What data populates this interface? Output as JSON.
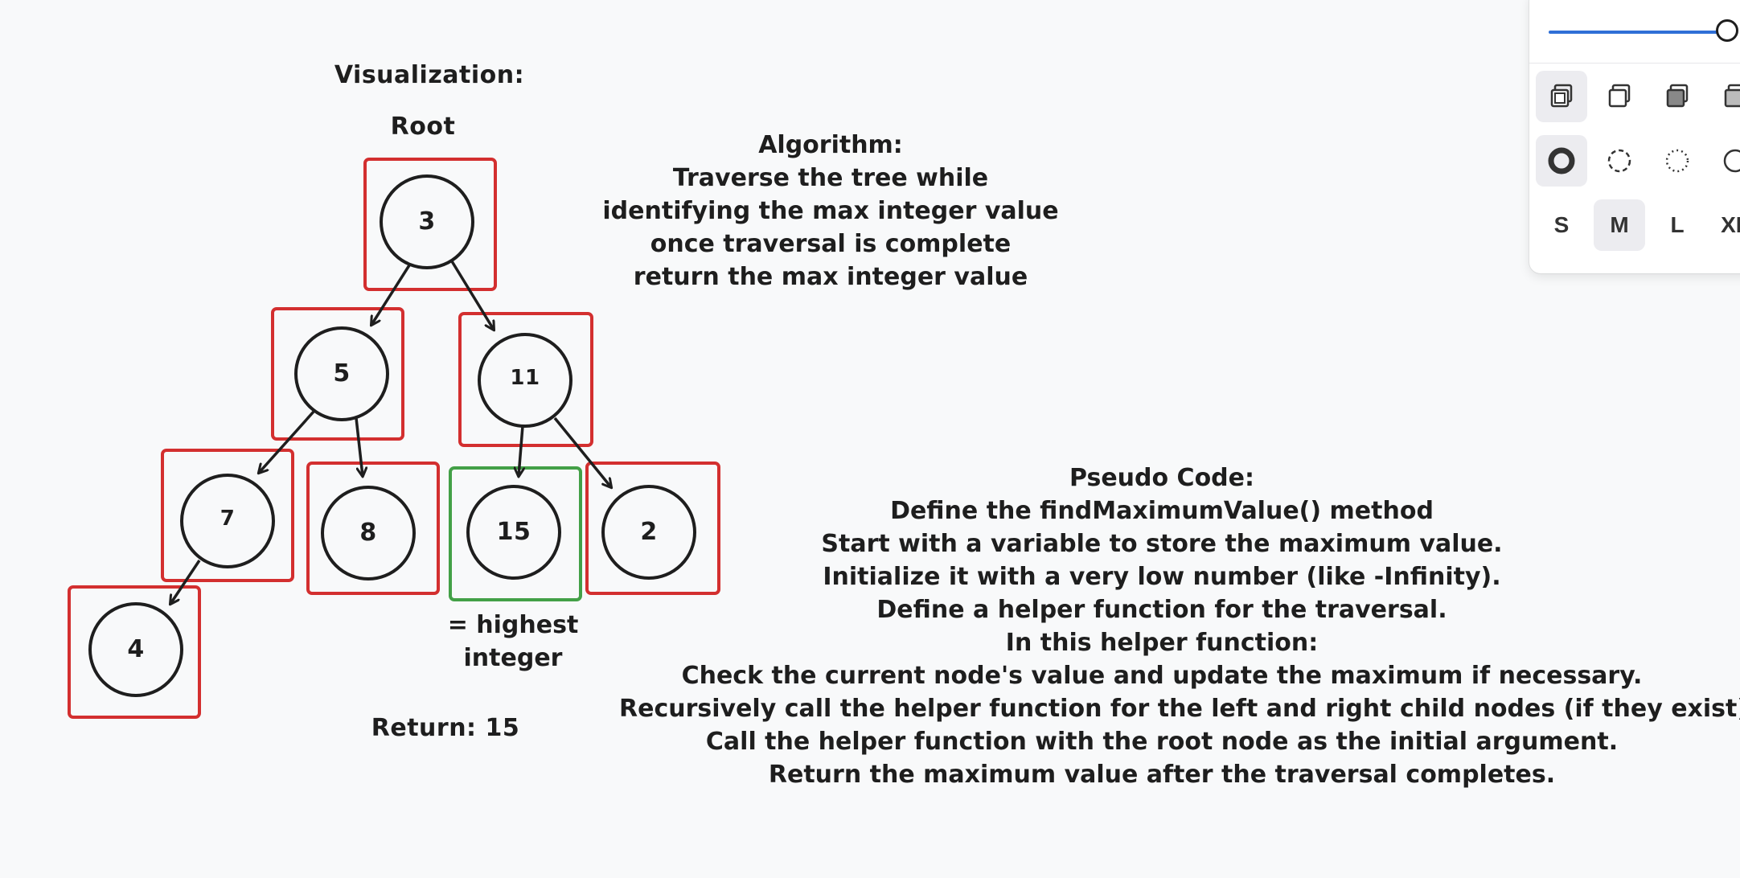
{
  "visualization": {
    "heading": "Visualization:",
    "root_label": "Root"
  },
  "tree": {
    "nodes": [
      "3",
      "5",
      "11",
      "7",
      "8",
      "15",
      "2",
      "4"
    ],
    "highlight_legend": [
      "= highest",
      "integer"
    ],
    "result": "Return: 15"
  },
  "algorithm": {
    "heading": "Algorithm:",
    "lines": [
      "Traverse the tree while",
      "identifying the max integer value",
      "once traversal is complete",
      "return the max integer value"
    ]
  },
  "pseudo_code": {
    "heading": "Pseudo Code:",
    "lines": [
      "Define the findMaximumValue() method",
      "Start with a variable to store the maximum value.",
      "Initialize it with a very low number (like -Infinity).",
      "Define a helper function for the traversal.",
      "In this helper function:",
      "Check the current node's value and update the maximum if necessary.",
      "Recursively call the helper function for the left and right child nodes (if they exist).",
      "Call the helper function with the root node as the initial argument.",
      "Return the maximum value after the traversal completes."
    ]
  },
  "style_panel": {
    "opacity_value": 100,
    "sizes": [
      "S",
      "M",
      "L",
      "XL"
    ],
    "selected_size": "M"
  },
  "colors": {
    "node_box": "#d32f2f",
    "highlight_box": "#43a047",
    "accent": "#2f6fd6"
  }
}
